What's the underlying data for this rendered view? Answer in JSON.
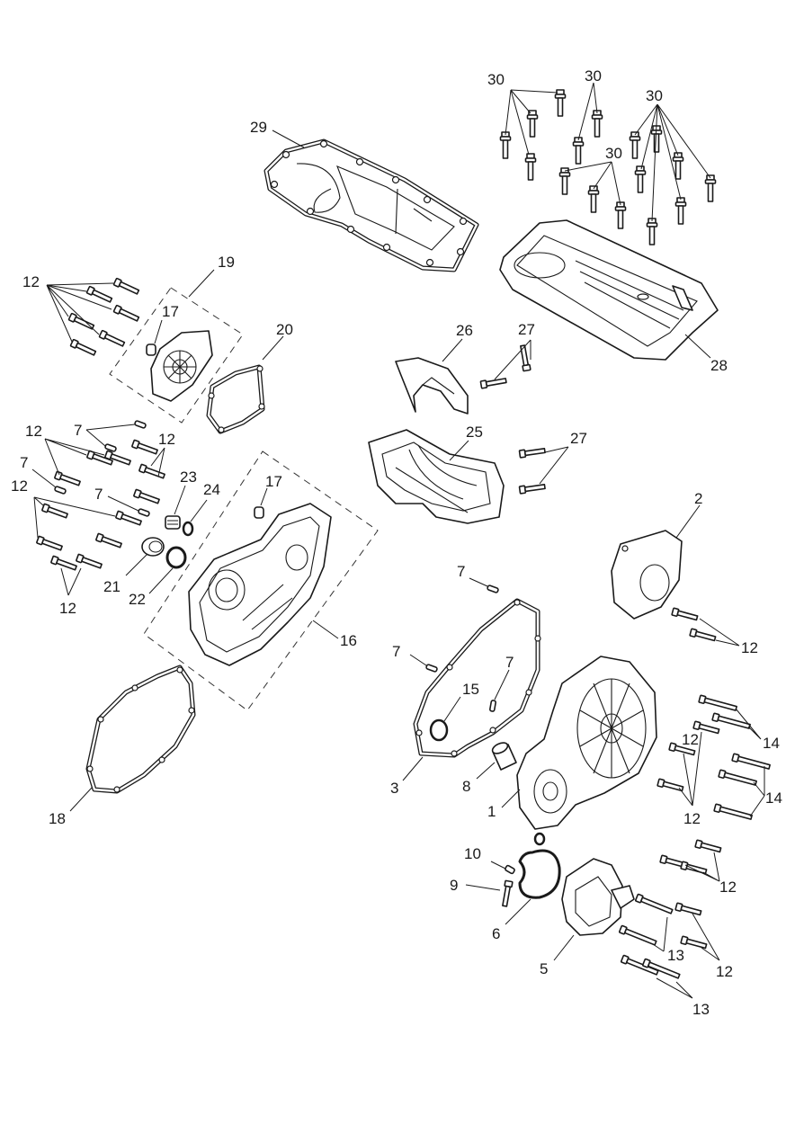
{
  "labels": {
    "l30a": "30",
    "l30b": "30",
    "l30c": "30",
    "l30d": "30",
    "l29": "29",
    "l28": "28",
    "l27a": "27",
    "l27b": "27",
    "l26": "26",
    "l25": "25",
    "l19": "19",
    "l20": "20",
    "l17a": "17",
    "l17b": "17",
    "l12a": "12",
    "l12b": "12",
    "l12c": "12",
    "l12d": "12",
    "l12e": "12",
    "l12f": "12",
    "l12g": "12",
    "l12h": "12",
    "l12i": "12",
    "l12j": "12",
    "l7a": "7",
    "l7b": "7",
    "l7c": "7",
    "l7d": "7",
    "l7e": "7",
    "l7f": "7",
    "l23": "23",
    "l24": "24",
    "l21": "21",
    "l22": "22",
    "l16": "16",
    "l18": "18",
    "l2": "2",
    "l15": "15",
    "l3": "3",
    "l8": "8",
    "l1": "1",
    "l14a": "14",
    "l14b": "14",
    "l10": "10",
    "l9": "9",
    "l6": "6",
    "l5": "5",
    "l13a": "13",
    "l13b": "13"
  }
}
